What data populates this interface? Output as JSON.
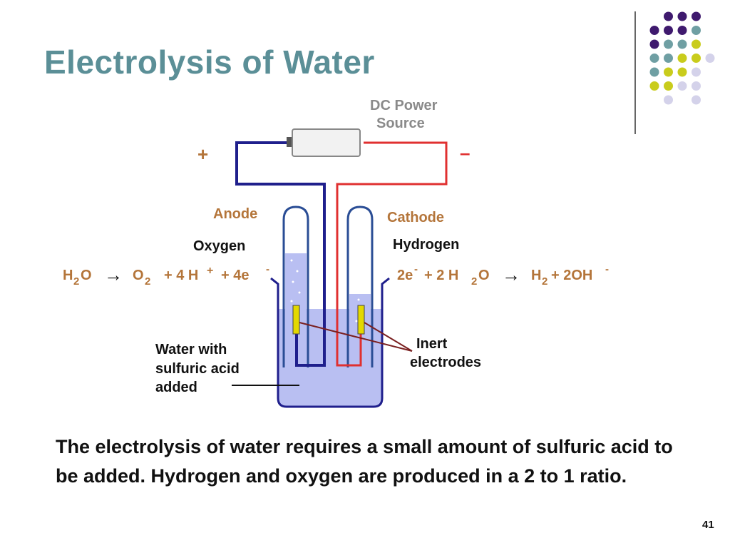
{
  "slide": {
    "title": "Electrolysis of Water",
    "caption": "The electrolysis of water requires a small amount of sulfuric acid to be added.  Hydrogen and oxygen are produced in a 2 to 1 ratio.",
    "page_number": "41"
  },
  "diagram": {
    "power_label_1": "DC Power",
    "power_label_2": "Source",
    "plus": "+",
    "minus": "–",
    "anode": "Anode",
    "cathode": "Cathode",
    "oxygen": "Oxygen",
    "hydrogen": "Hydrogen",
    "anode_eq": {
      "p1": "H",
      "p2": "2",
      "p3": "O",
      "arrow": "→",
      "p4": "O",
      "p5": "2",
      "p6": "+ 4 H",
      "p7": "+",
      "p8": "+  4e",
      "p9": "-"
    },
    "cathode_eq": {
      "p1": "2e",
      "p2": "-",
      "p3": "+ 2 H",
      "p4": "2",
      "p5": "O",
      "arrow": "→",
      "p6": "H",
      "p7": "2",
      "p8": "+ 2OH",
      "p9": "-"
    },
    "water_label": [
      "Water with",
      "sulfuric acid",
      "added"
    ],
    "electrode_label": [
      "Inert",
      "electrodes"
    ]
  },
  "colors": {
    "title": "#5b8f97",
    "label_orange": "#b4753a",
    "wire_anode": "#1f1f8c",
    "wire_cathode": "#e03030",
    "water": "#b9bff2",
    "electrode": "#e3d800"
  },
  "decor": {
    "dot_colors": {
      "purple": "#3f1a6e",
      "teal": "#6f9fa3",
      "yellow": "#c9cc1c",
      "lavender": "#d4d2ea"
    }
  }
}
